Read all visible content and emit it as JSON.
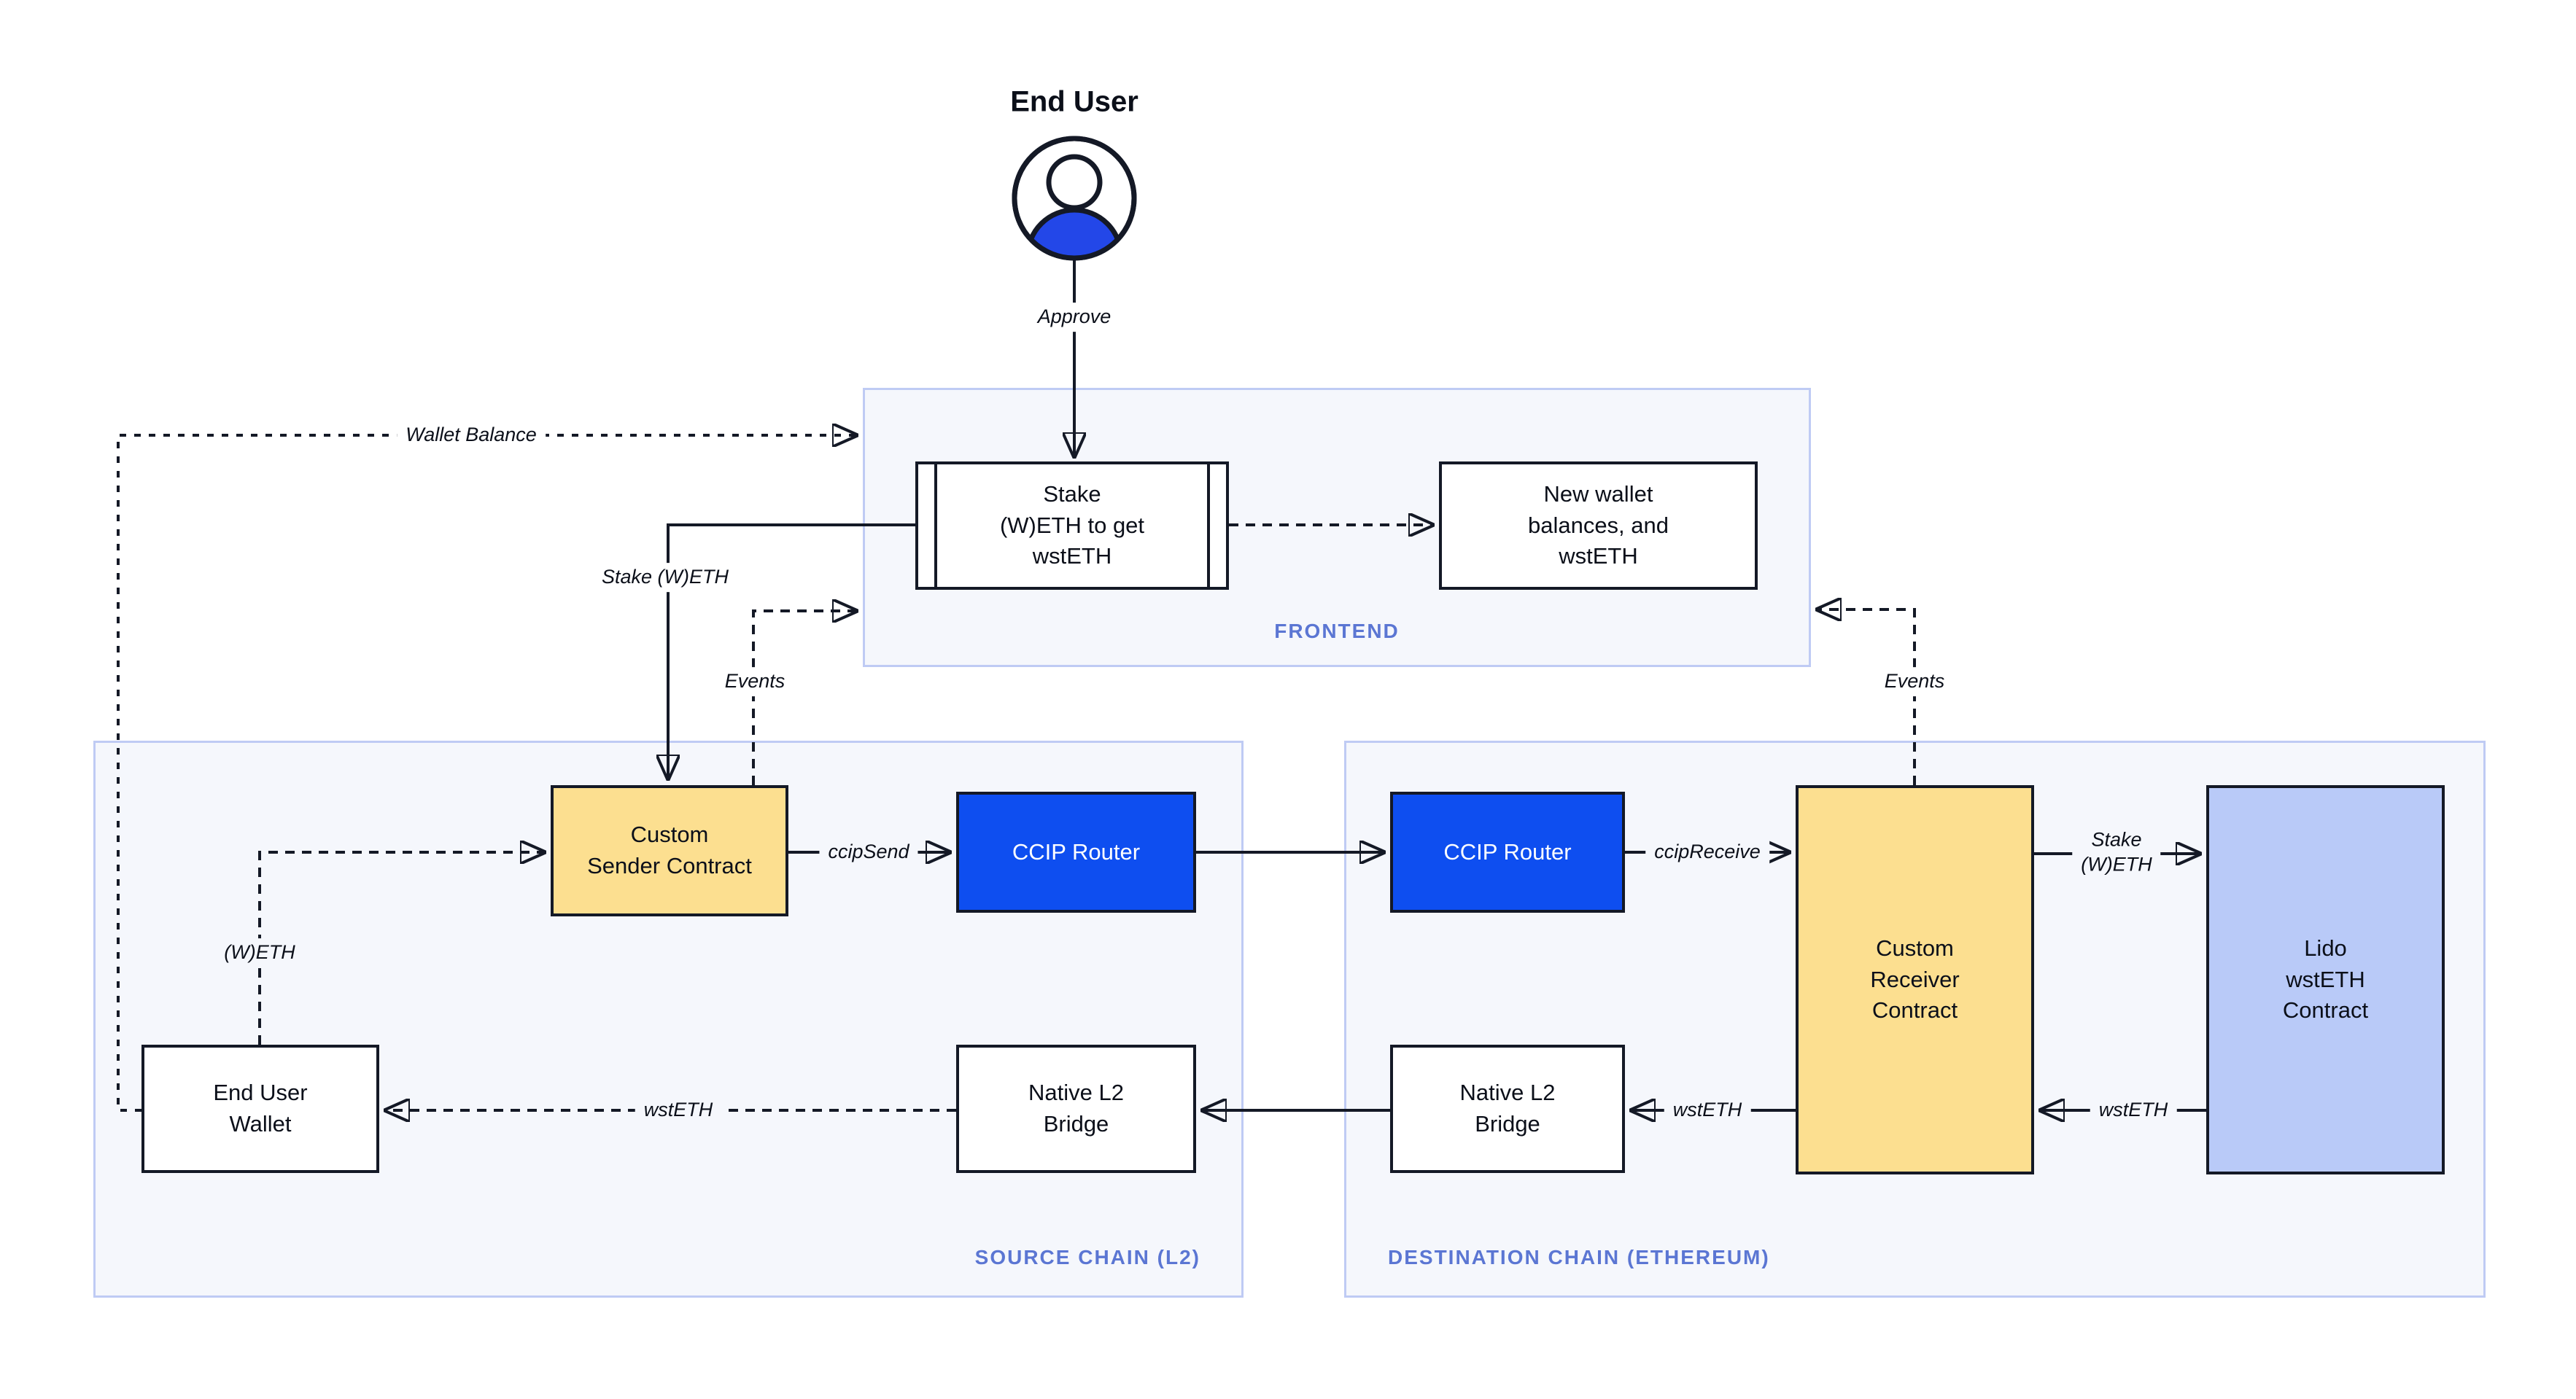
{
  "actor": {
    "title": "End User",
    "approve": "Approve"
  },
  "frontend": {
    "label": "FRONTEND",
    "stake_widget": "Stake\n(W)ETH to get\nwstETH",
    "new_wallet_widget": "New wallet\nbalances, and\nwstETH"
  },
  "source_chain": {
    "label": "SOURCE CHAIN (L2)",
    "custom_sender": "Custom\nSender Contract",
    "ccip_router": "CCIP Router",
    "end_user_wallet": "End User\nWallet",
    "native_l2_bridge": "Native L2\nBridge"
  },
  "destination_chain": {
    "label": "DESTINATION CHAIN (ETHEREUM)",
    "ccip_router": "CCIP Router",
    "custom_receiver": "Custom\nReceiver\nContract",
    "lido_contract": "Lido\nwstETH\nContract",
    "native_l2_bridge": "Native L2\nBridge"
  },
  "edges": {
    "wallet_balance": "Wallet Balance",
    "stake_weth": "Stake (W)ETH",
    "events_left": "Events",
    "events_right": "Events",
    "ccip_send": "ccipSend",
    "ccip_receive": "ccipReceive",
    "weth": "(W)ETH",
    "wsteth_to_wallet": "wstETH",
    "stake_weth_to_lido": "Stake\n(W)ETH",
    "wsteth_to_bridge": "wstETH",
    "wsteth_from_lido": "wstETH"
  },
  "colors": {
    "contract_fill": "#FCDF90",
    "router_fill": "#0E4EF0",
    "lido_fill": "#B9CAF8",
    "container_fill": "#F5F7FC",
    "container_border": "#BFCBF4",
    "container_label": "#5B76D3",
    "line": "#141926",
    "actor_accent": "#2347E8"
  }
}
